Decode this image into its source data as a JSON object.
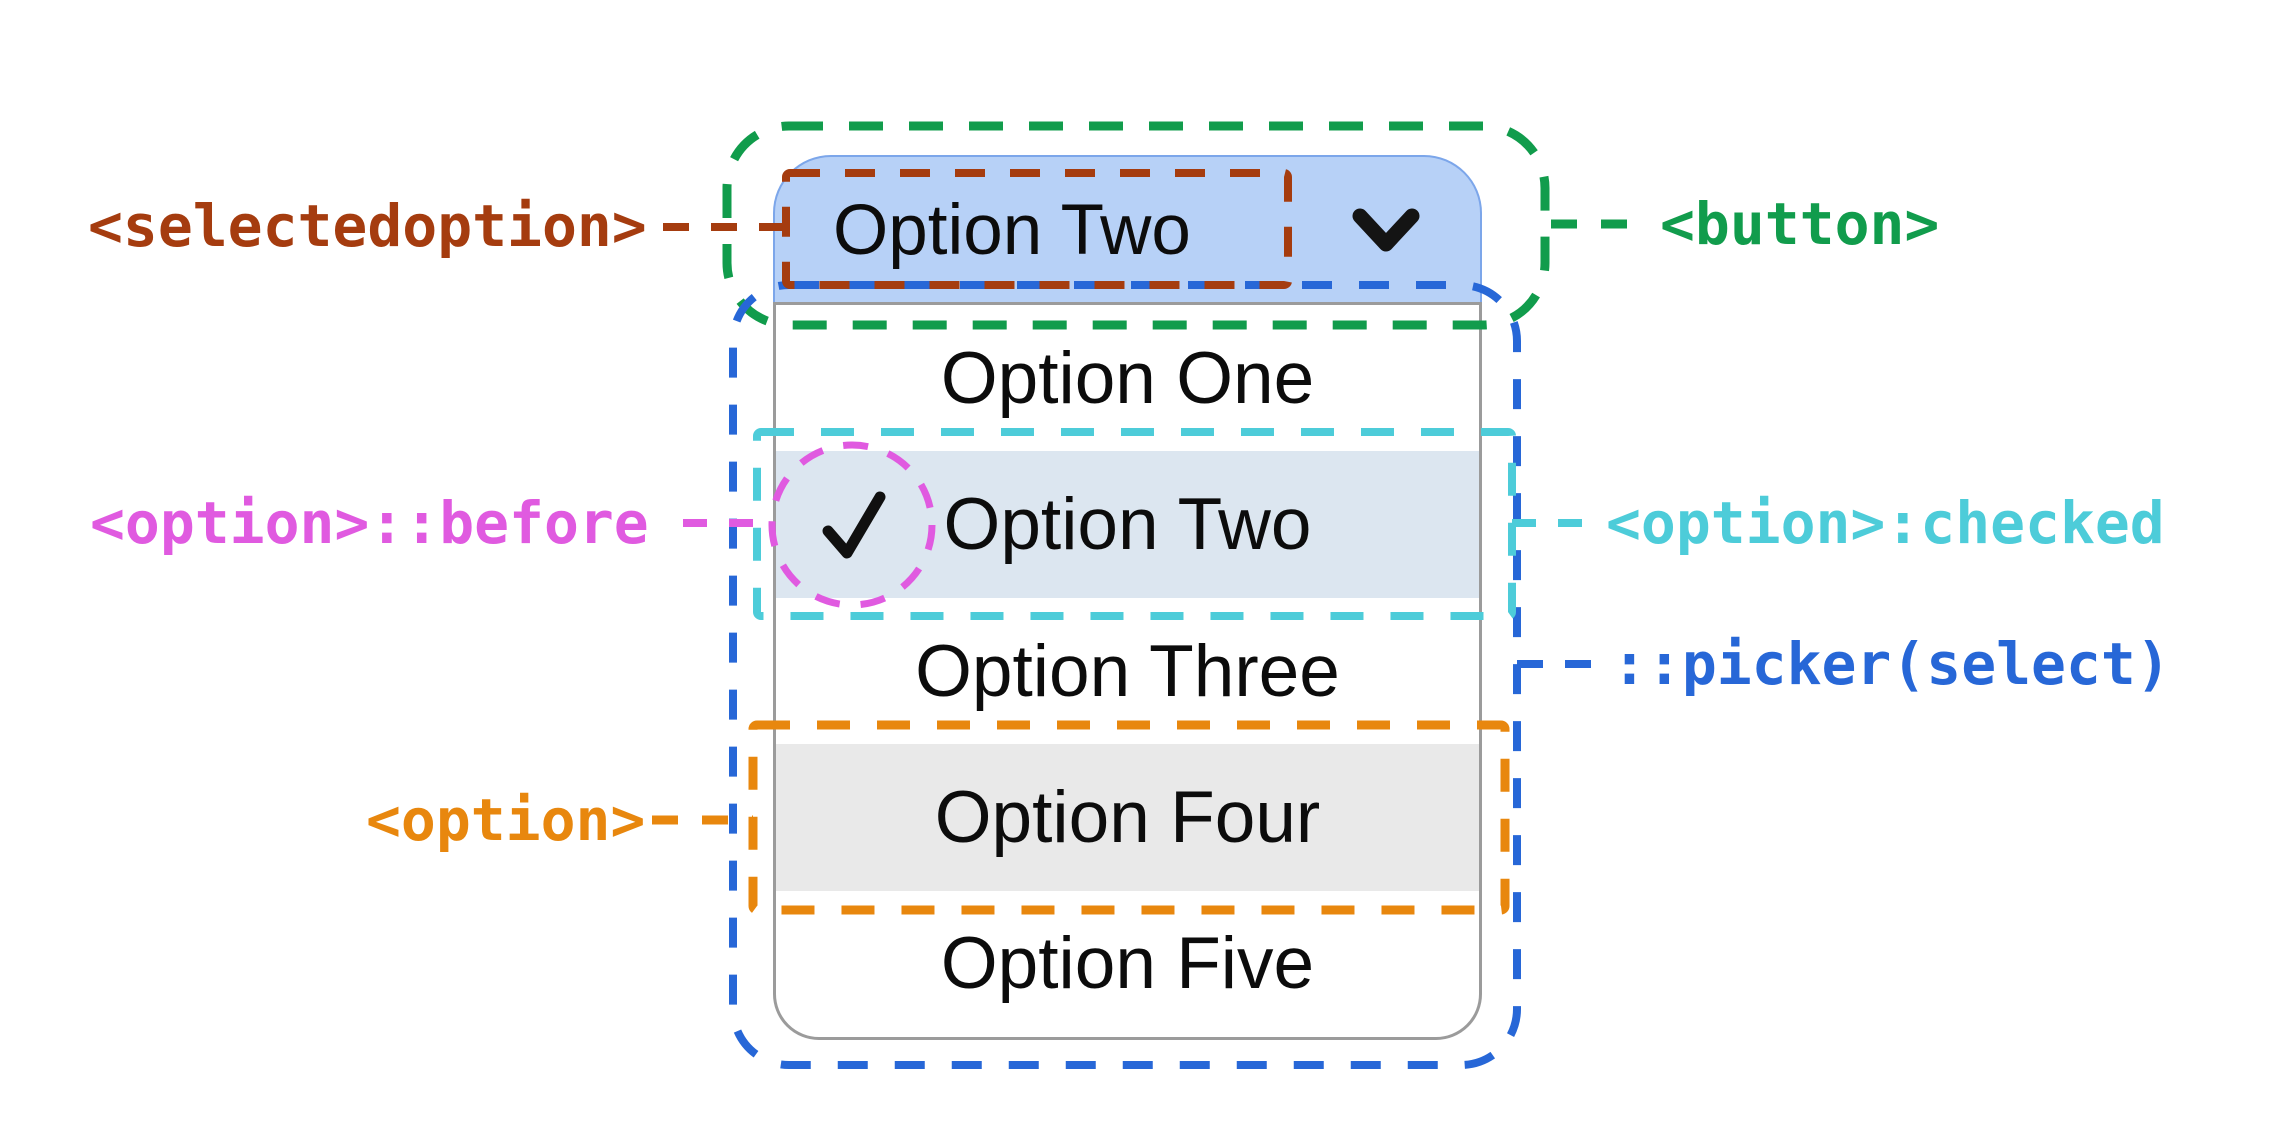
{
  "select": {
    "button_label": "Option Two"
  },
  "picker": {
    "options": [
      {
        "label": "Option One",
        "state": "normal"
      },
      {
        "label": "Option Two",
        "state": "checked"
      },
      {
        "label": "Option Three",
        "state": "normal"
      },
      {
        "label": "Option Four",
        "state": "highlighted"
      },
      {
        "label": "Option Five",
        "state": "normal"
      }
    ]
  },
  "annotations": {
    "selectedoption": {
      "label": "<selectedoption>",
      "color": "#a53c0f"
    },
    "button": {
      "label": "<button>",
      "color": "#119c4c"
    },
    "option_before": {
      "label": "<option>::before",
      "color": "#e05ae0"
    },
    "option_checked": {
      "label": "<option>:checked",
      "color": "#4dccd9"
    },
    "picker_select": {
      "label": "::picker(select)",
      "color": "#2767d7"
    },
    "option": {
      "label": "<option>",
      "color": "#e8870e"
    }
  },
  "colors": {
    "button_fill": "#b7d1f7",
    "button_border": "#7ca6ea",
    "checked_row_fill": "#dce6f0",
    "highlighted_row_fill": "#e9e9e9",
    "picker_border": "#9b9b9b",
    "text": "#0c0c0c"
  }
}
